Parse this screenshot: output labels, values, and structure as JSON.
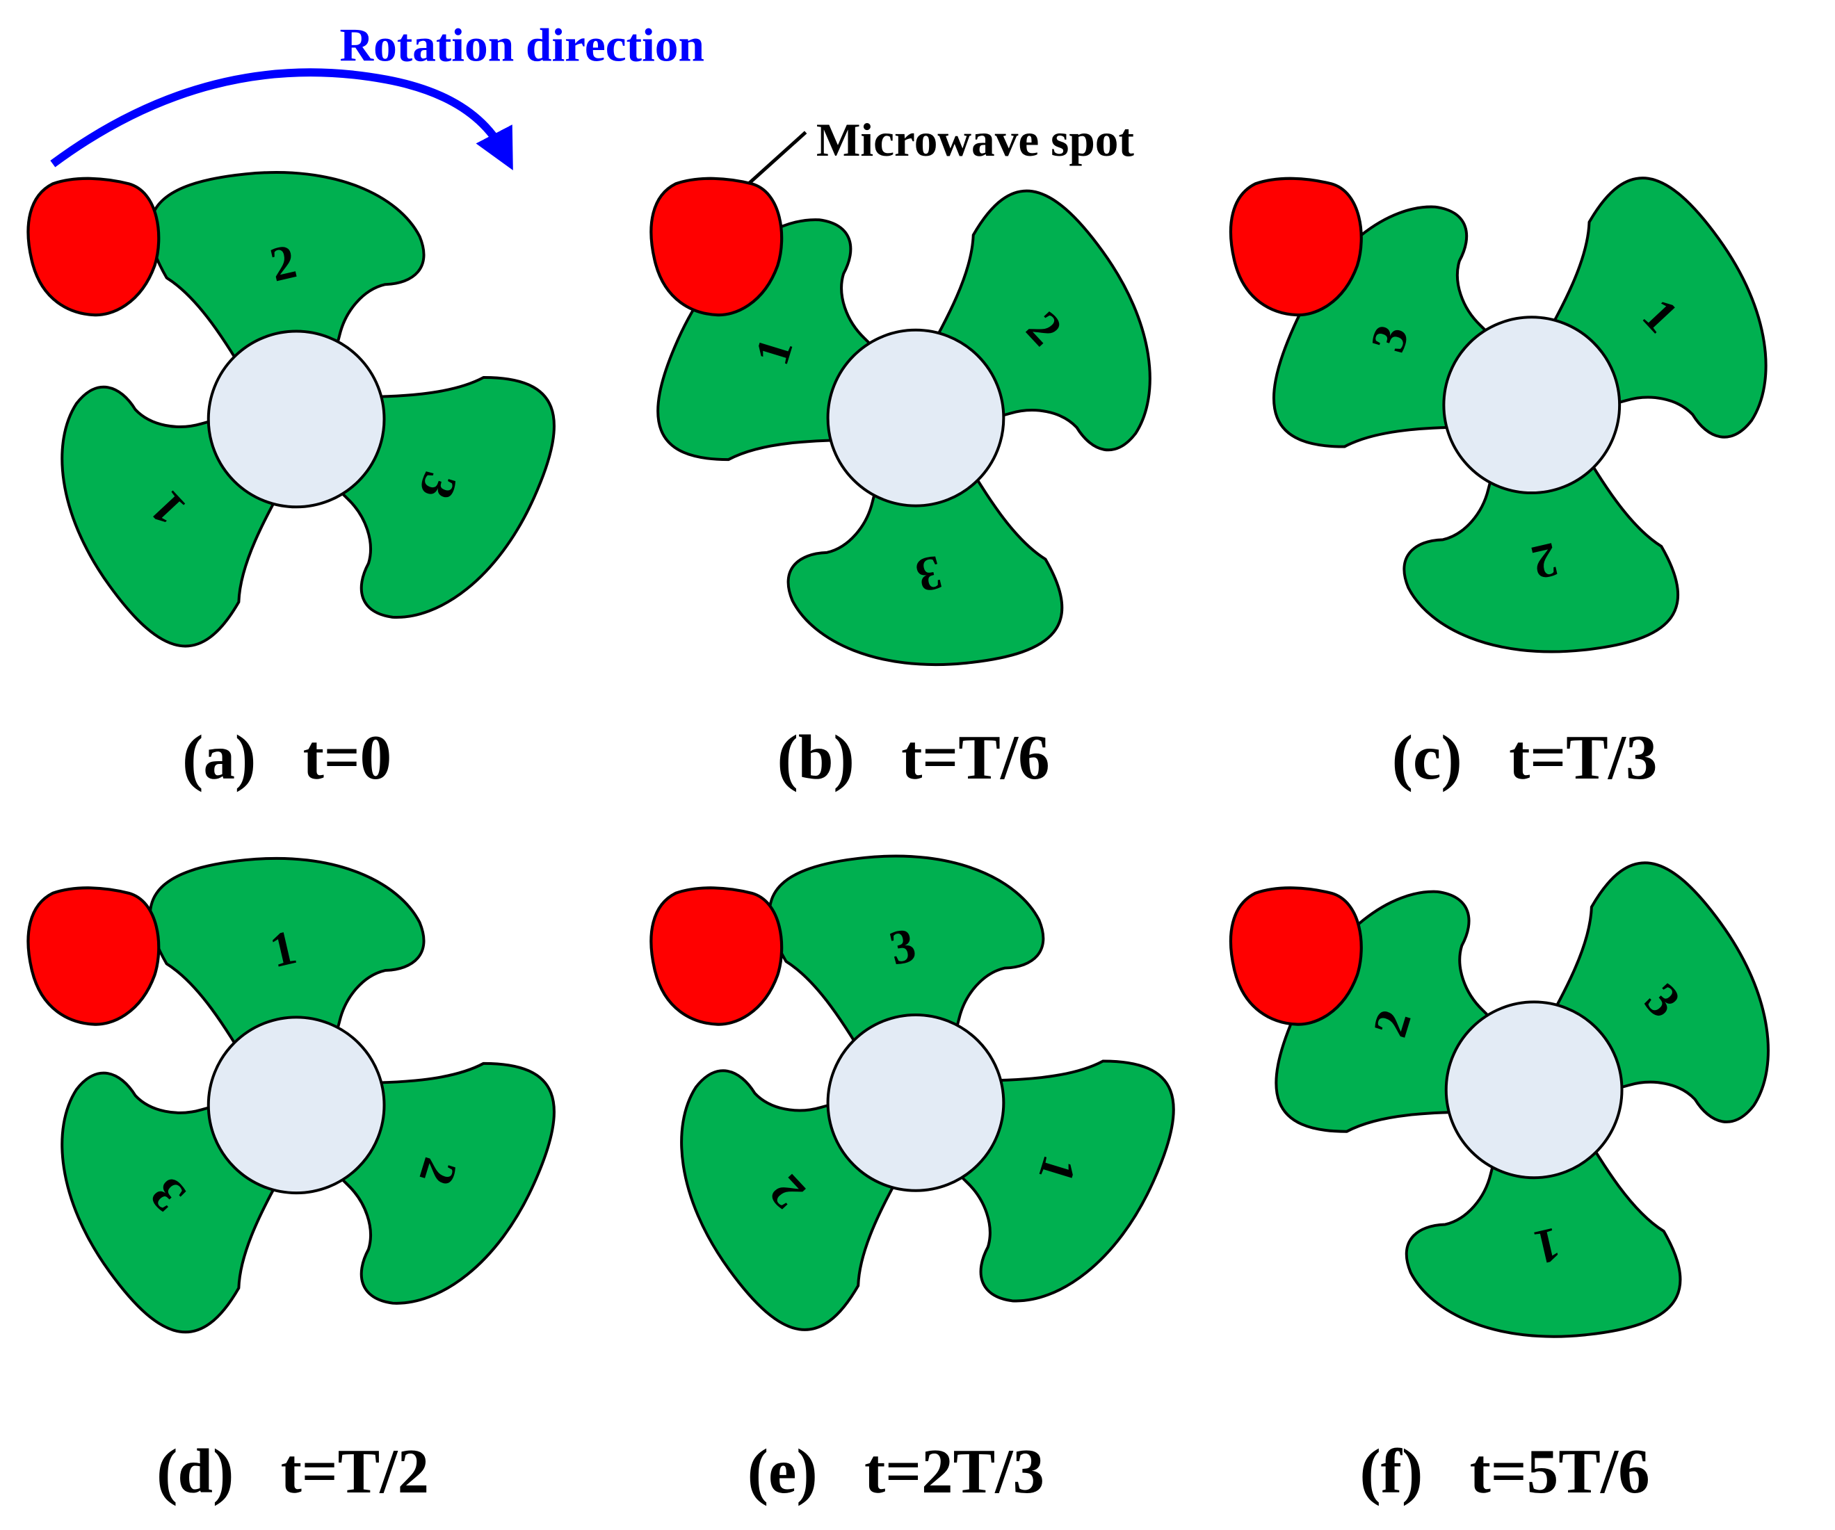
{
  "annotations": {
    "rotation_label": "Rotation direction",
    "microwave_label": "Microwave spot"
  },
  "colors": {
    "blade": "#00b050",
    "hub": "#e3ebf5",
    "spot": "#ff0000",
    "rotation_arrow": "#0000ff"
  },
  "panels": [
    {
      "id": "a",
      "label": "(a)",
      "time": "t=0",
      "blades": [
        "1",
        "2",
        "3"
      ]
    },
    {
      "id": "b",
      "label": "(b)",
      "time": "t=T/6",
      "blades": [
        "1",
        "2",
        "3"
      ]
    },
    {
      "id": "c",
      "label": "(c)",
      "time": "t=T/3",
      "blades": [
        "1",
        "2",
        "3"
      ]
    },
    {
      "id": "d",
      "label": "(d)",
      "time": "t=T/2",
      "blades": [
        "1",
        "2",
        "3"
      ]
    },
    {
      "id": "e",
      "label": "(e)",
      "time": "t=2T/3",
      "blades": [
        "1",
        "2",
        "3"
      ]
    },
    {
      "id": "f",
      "label": "(f)",
      "time": "t=5T/6",
      "blades": [
        "1",
        "2",
        "3"
      ]
    }
  ]
}
